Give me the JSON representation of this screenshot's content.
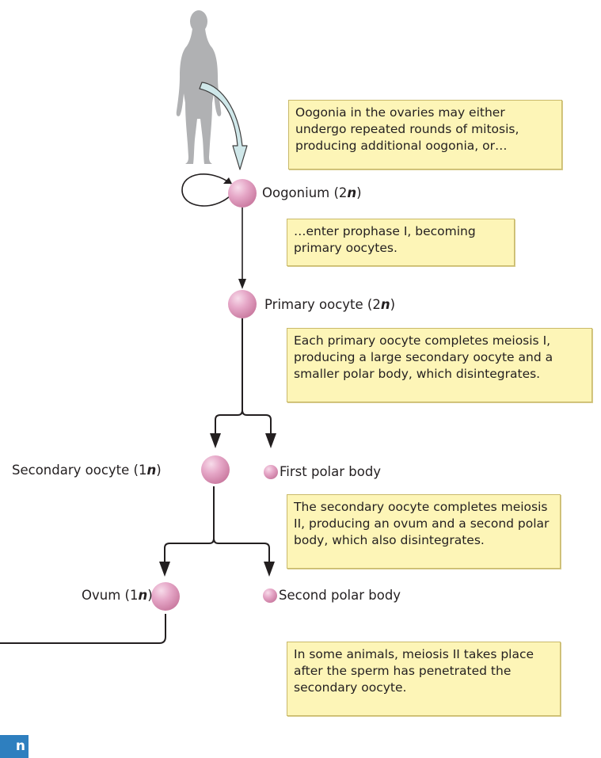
{
  "cells": {
    "oogonium": {
      "name": "Oogonium",
      "ploidy_open": "(2",
      "ploidy_n": "n",
      "ploidy_close": ")"
    },
    "primary_oocyte": {
      "name": "Primary oocyte",
      "ploidy_open": "(2",
      "ploidy_n": "n",
      "ploidy_close": ")"
    },
    "secondary_oocyte": {
      "name": "Secondary oocyte",
      "ploidy_open": "(1",
      "ploidy_n": "n",
      "ploidy_close": ")"
    },
    "first_polar_body": {
      "name": "First polar body"
    },
    "ovum": {
      "name": "Ovum",
      "ploidy_open": "(1",
      "ploidy_n": "n",
      "ploidy_close": ")"
    },
    "second_polar_body": {
      "name": "Second polar body"
    }
  },
  "notes": {
    "mitosis": "Oogonia in the ovaries may either undergo repeated rounds of mitosis, producing additional oogonia, or…",
    "prophase": "…enter prophase I, becoming primary oocytes.",
    "meiosis_one": "Each primary oocyte completes meiosis I, producing a large secondary oocyte and a smaller polar body, which disintegrates.",
    "meiosis_two": "The secondary oocyte completes meiosis II, producing an ovum and a second polar body, which also disintegrates.",
    "sperm": "In some animals, meiosis II takes place after the sperm has penetrated the secondary oocyte."
  },
  "badge": {
    "text": "n"
  },
  "colors": {
    "cell_fill": "#e3a3c3",
    "note_fill": "#fdf5b7",
    "note_border": "#c9b96a",
    "arrow_fill": "#cfe7e9",
    "figure_fill": "#b0b1b3",
    "badge_fill": "#2e7fbf"
  },
  "icons": {
    "figure": "female-silhouette-icon",
    "arrow": "curved-arrow-icon"
  }
}
